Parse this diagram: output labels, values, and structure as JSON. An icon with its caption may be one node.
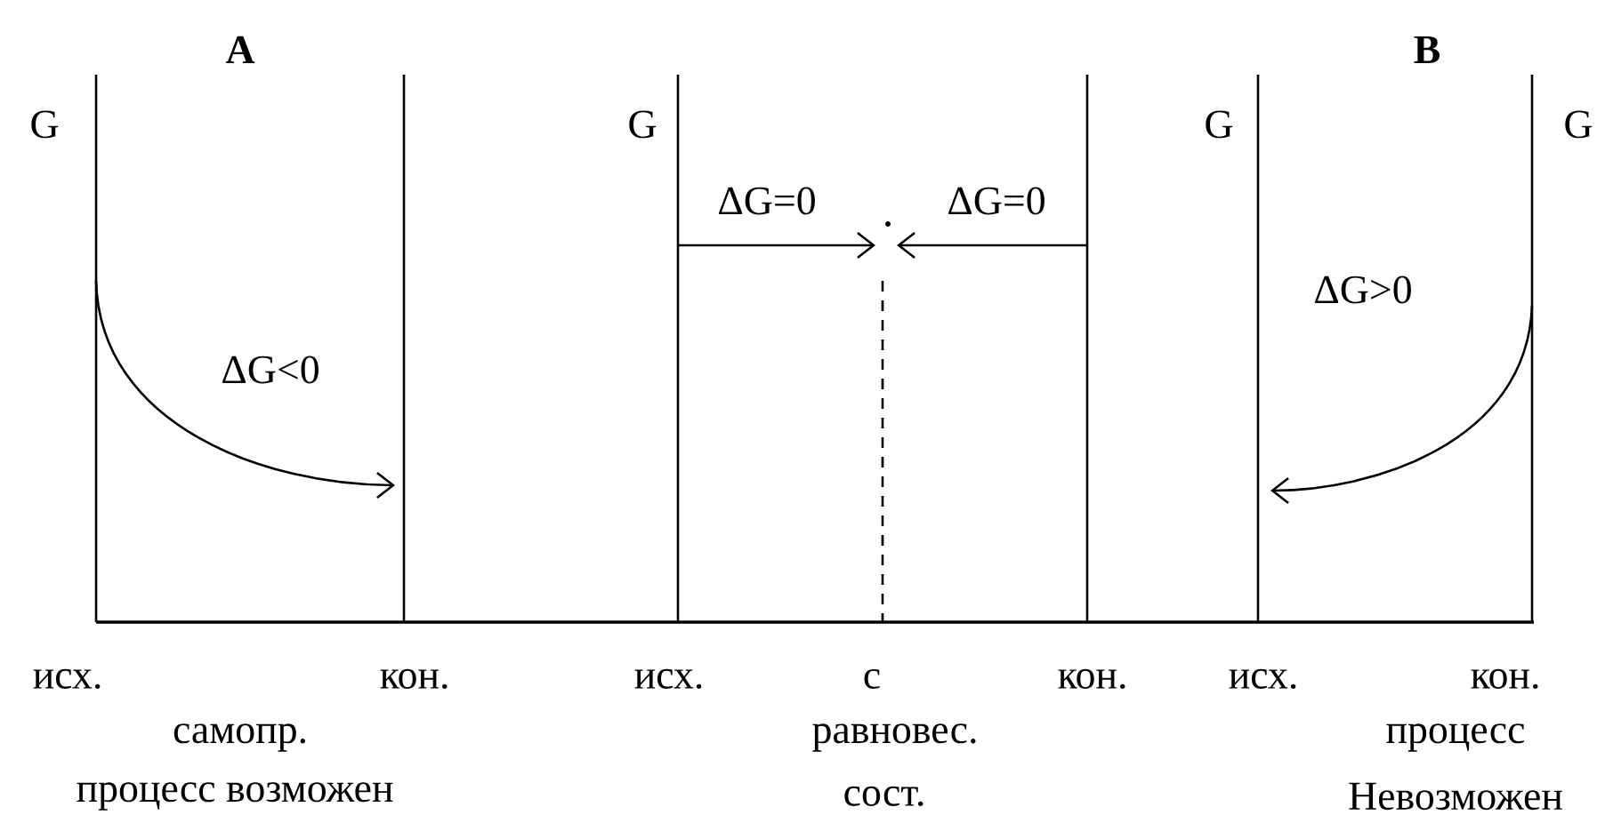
{
  "diagram": {
    "labels": [
      "A",
      "B",
      "G",
      "G",
      "G",
      "G",
      "ΔG=0",
      "ΔG=0",
      "ΔG<0",
      "ΔG>0",
      "исх.",
      "кон.",
      "исх.",
      "с",
      "кон.",
      "исх.",
      "кон.",
      "самопр.",
      "равновес.",
      "процесс",
      "процесс возможен",
      "сост.",
      "Невозможен"
    ]
  }
}
